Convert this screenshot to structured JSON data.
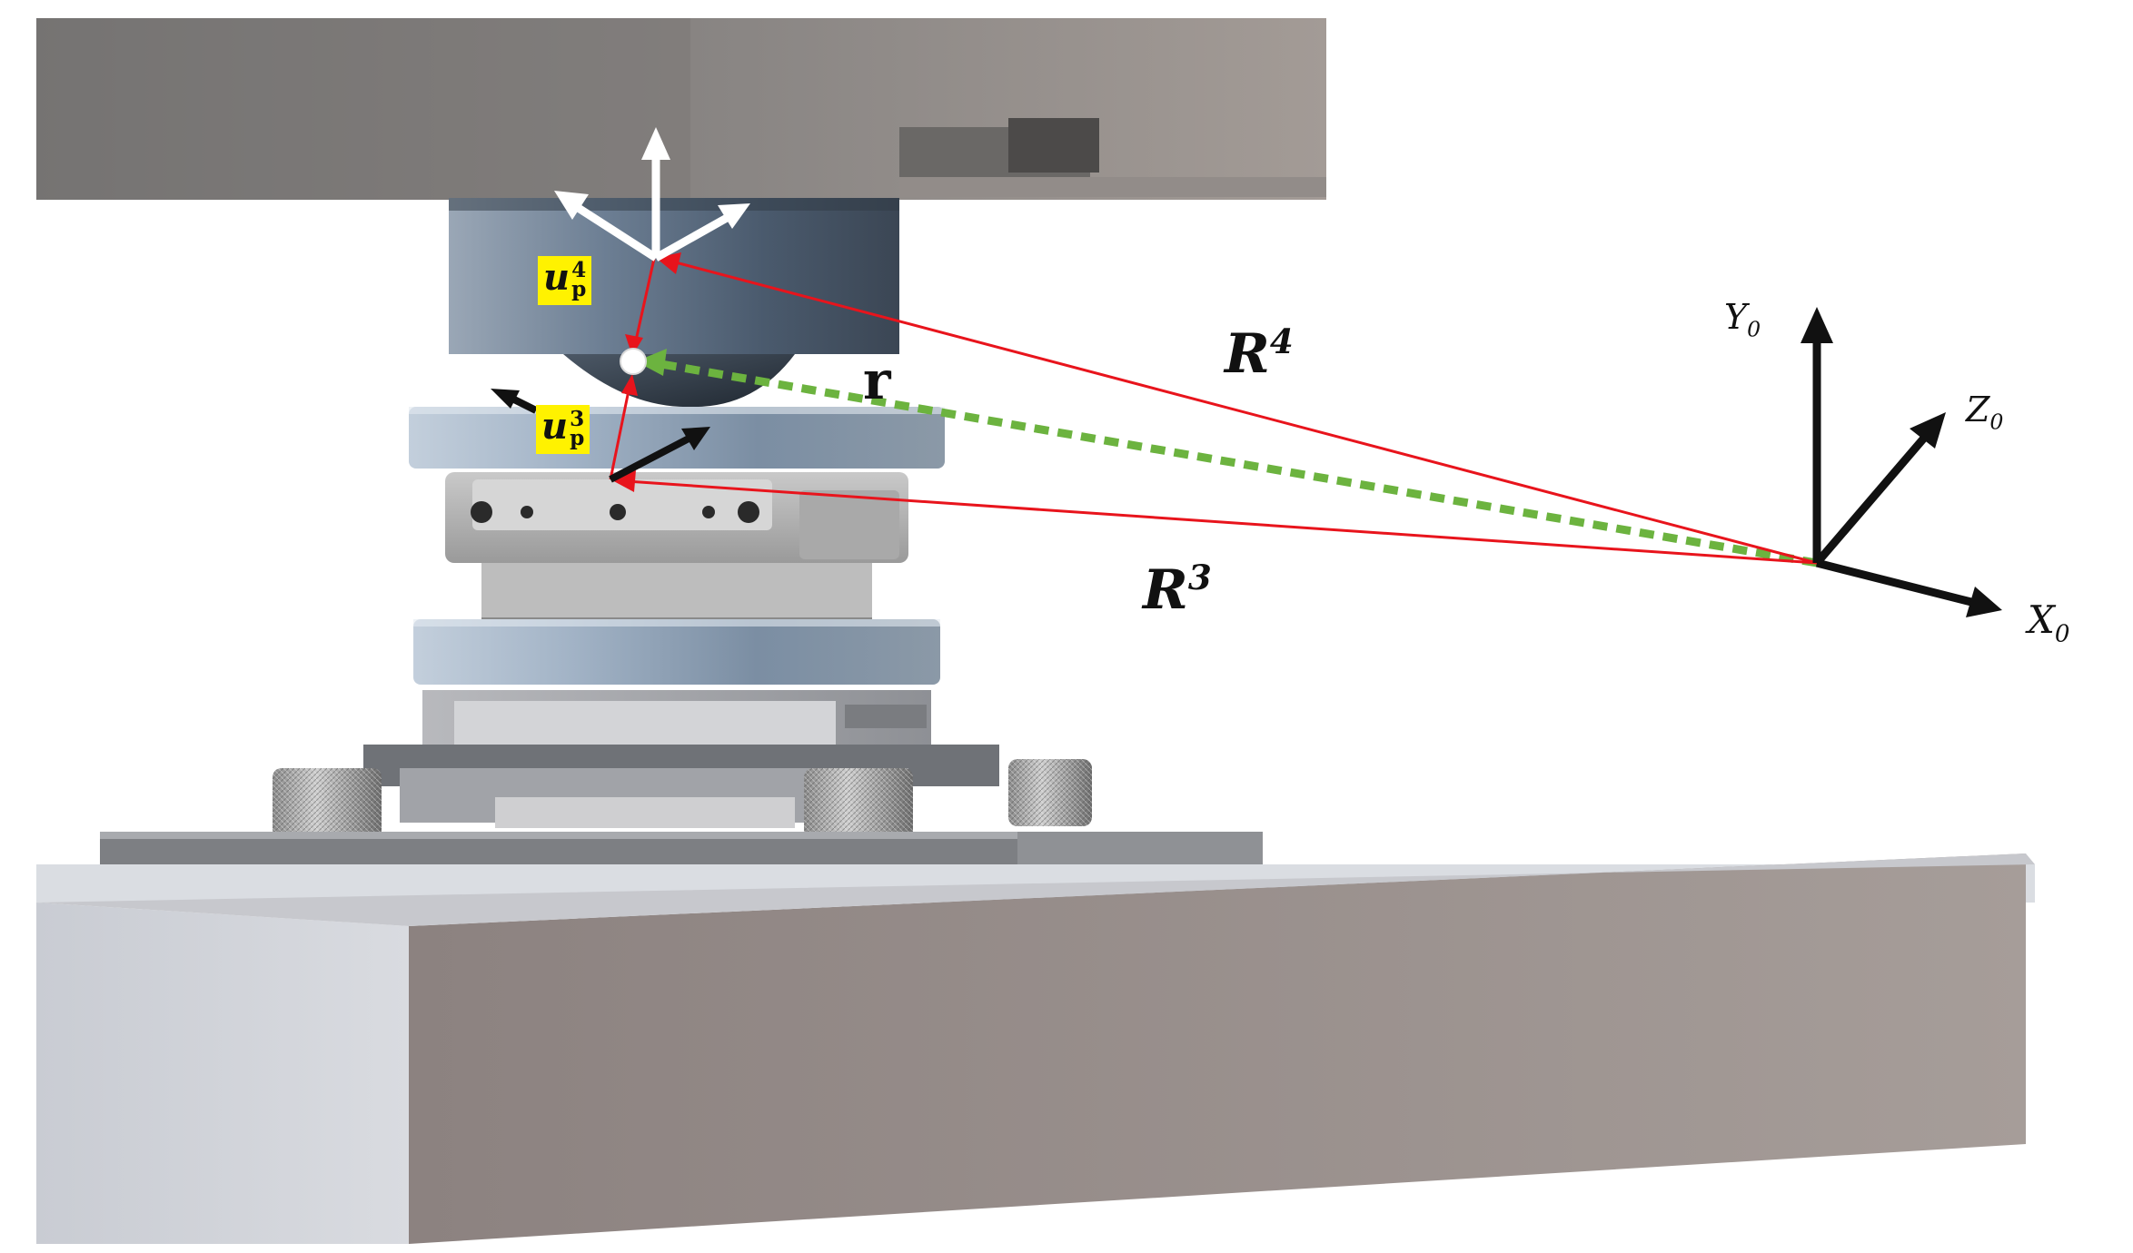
{
  "labels": {
    "R4": {
      "base": "R",
      "sup": "4"
    },
    "R3": {
      "base": "R",
      "sup": "3"
    },
    "r": "r",
    "Y0": {
      "base": "Y",
      "sub": "0"
    },
    "Z0": {
      "base": "Z",
      "sub": "0"
    },
    "X0": {
      "base": "X",
      "sub": "0"
    },
    "u4": {
      "base": "u",
      "sup": "4",
      "sub": "p"
    },
    "u3": {
      "base": "u",
      "sup": "3",
      "sub": "p"
    }
  },
  "colors": {
    "position_vector": "#e8141c",
    "relative_vector": "#6cb33f",
    "global_axes": "#111111",
    "upper_body_axes": "#ffffff",
    "lower_body_axes": "#111111",
    "label_highlight": "#fff200",
    "contact_point": "#ffffff"
  }
}
